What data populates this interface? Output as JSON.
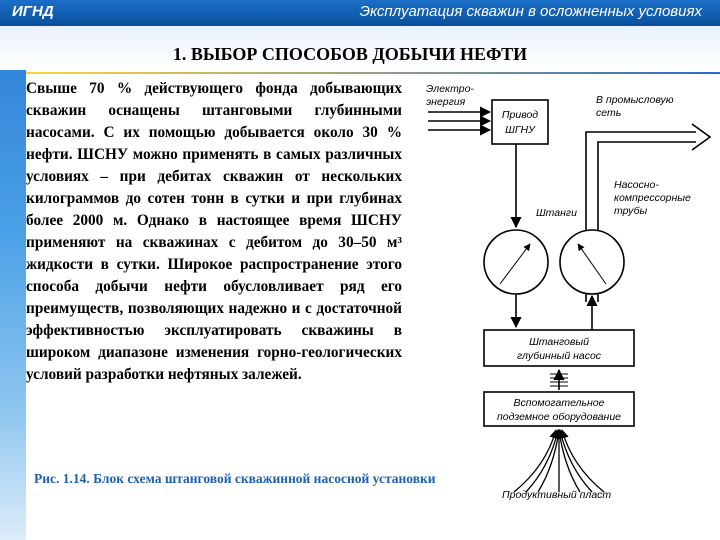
{
  "header": {
    "left": "ИГНД",
    "right": "Эксплуатация скважин в осложненных условиях"
  },
  "page_title": "1. ВЫБОР СПОСОБОВ ДОБЫЧИ НЕФТИ",
  "body_text": "Свыше 70 % действующего фонда добывающих скважин оснащены штанговыми глубинными насосами. С их помощью добывается около 30 % нефти. ШСНУ можно применять в самых различных условиях – при дебитах скважин от нескольких килограммов до сотен тонн в сутки и при глубинах более 2000 м. Однако в настоящее время ШСНУ применяют на скважинах с дебитом до 30–50 м³ жидкости в сутки. Широкое распространение этого способа добычи нефти обусловливает ряд его преимуществ, позволяющих надежно и с достаточной эффективностью эксплуатировать скважины в широком диапазоне изменения горно-геологических условий разработки нефтяных залежей.",
  "caption": "Рис. 1.14. Блок схема штанговой скважинной насосной установки",
  "diagram": {
    "electricity_l1": "Электро-",
    "electricity_l2": "энергия",
    "drive_l1": "Привод",
    "drive_l2": "ШГНУ",
    "network_l1": "В промысловую",
    "network_l2": "сеть",
    "rods": "Штанги",
    "pipes_l1": "Насосно-",
    "pipes_l2": "компрессорные",
    "pipes_l3": "трубы",
    "pump_l1": "Штанговый",
    "pump_l2": "глубинный насос",
    "aux_l1": "Вспомогательное",
    "aux_l2": "подземное оборудование",
    "formation": "Продуктивный пласт"
  }
}
